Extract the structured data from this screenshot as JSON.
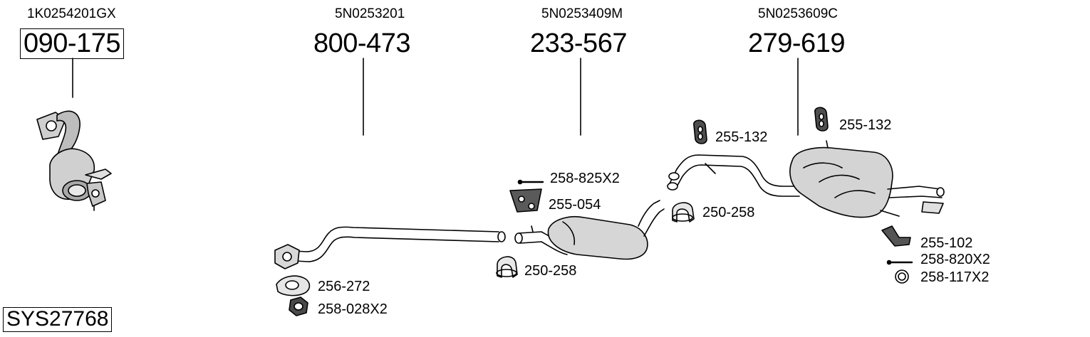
{
  "system_code": "SYS27768",
  "main_parts": [
    {
      "id": "p1",
      "oem": "1K0254201GX",
      "part_no": "090-175",
      "boxed": true
    },
    {
      "id": "p2",
      "oem": "5N0253201",
      "part_no": "800-473",
      "boxed": false
    },
    {
      "id": "p3",
      "oem": "5N0253409M",
      "part_no": "233-567",
      "boxed": false
    },
    {
      "id": "p4",
      "oem": "5N0253609C",
      "part_no": "279-619",
      "boxed": false
    }
  ],
  "accessories": {
    "gasket": "256-272",
    "nut": "258-028X2",
    "clamp_front": "250-258",
    "bolt_mid": "258-825X2",
    "hanger_mid": "255-054",
    "clamp_rear": "250-258",
    "hanger_rear_left": "255-132",
    "hanger_rear_right": "255-132",
    "bracket": "255-102",
    "bolt_rear": "258-820X2",
    "ring": "258-117X2"
  }
}
